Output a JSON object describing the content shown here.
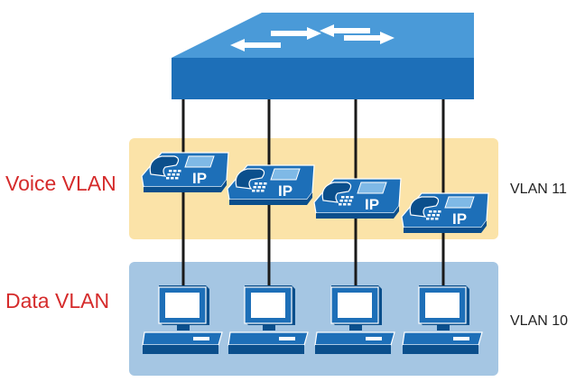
{
  "labels": {
    "voice_vlan": "Voice VLAN",
    "data_vlan": "Data VLAN",
    "vlan_voice_id": "VLAN 11",
    "vlan_data_id": "VLAN 10",
    "phone_badge": "IP"
  },
  "colors": {
    "label_red": "#d52b2b",
    "voice_band": "#fbe3a8",
    "data_band": "#a5c6e3",
    "device_blue": "#1d6fb8",
    "device_dark": "#0b4f8c",
    "device_light": "#4a9ad8",
    "cable": "#1a1a1a"
  },
  "icons": {
    "switch": "workgroup-switch-icon",
    "phone": "ip-phone-icon",
    "pc": "desktop-pc-icon"
  },
  "diagram": {
    "phone_count": 4,
    "pc_count": 4
  }
}
